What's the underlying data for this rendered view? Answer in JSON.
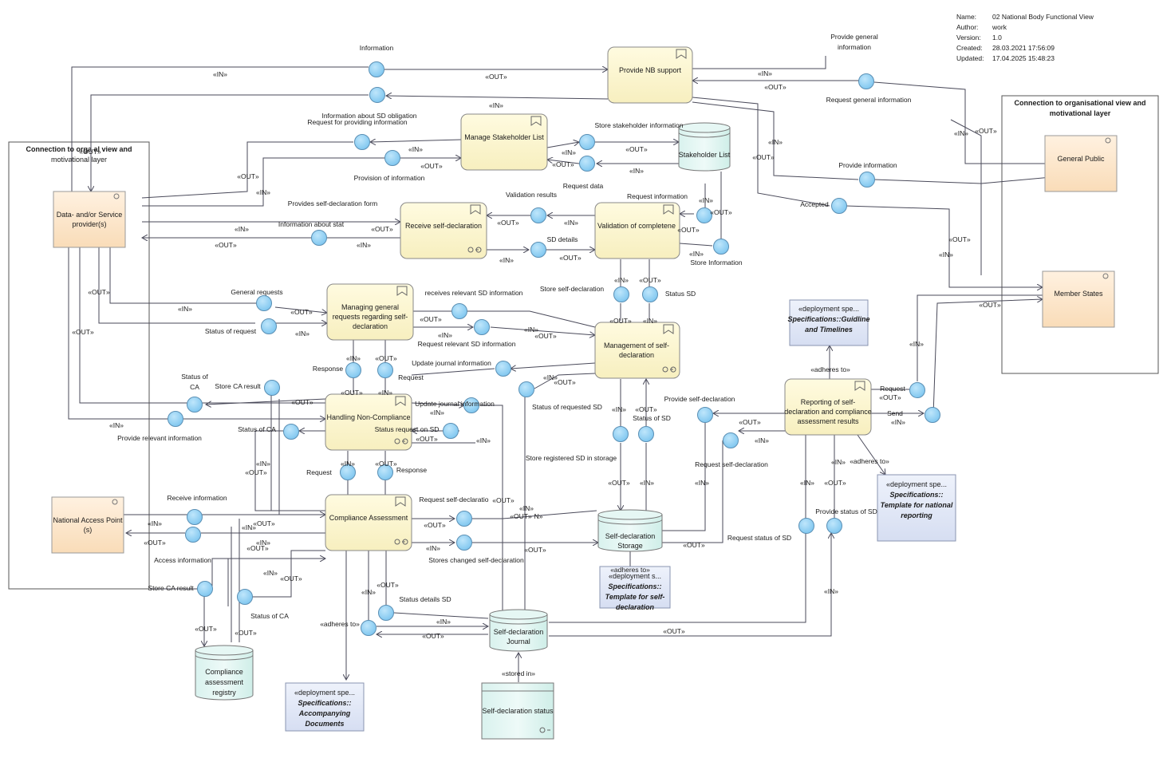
{
  "meta": {
    "name_label": "Name:",
    "name": "02 National Body Functional View",
    "author_label": "Author:",
    "author": "work",
    "version_label": "Version:",
    "version": "1.0",
    "created_label": "Created:",
    "created": "28.03.2021 17:56:09",
    "updated_label": "Updated:",
    "updated": "17.04.2025 15:48:23"
  },
  "groups": {
    "left": "Connection to orga     al view and motivational layer",
    "left_line1": "Connection to orga      al view and",
    "left_line2": "motivational layer",
    "right_line1": "Connection to organisational view and",
    "right_line2": "motivational layer"
  },
  "actors": {
    "provider_1": "Data- and/or Service",
    "provider_2": "provider(s)",
    "nap_1": "National Access Point",
    "nap_2": "(s)",
    "public": "General Public",
    "member_states": "Member States"
  },
  "processes": {
    "nb_support": "Provide NB support",
    "stakeholder": "Manage Stakeholder List",
    "receive_sd": "Receive self-declaration",
    "validation": "Validation of completene",
    "general_1": "Managing general",
    "general_2": "requests regarding self-",
    "general_3": "declaration",
    "mgmt_1": "Management of self-",
    "mgmt_2": "declaration",
    "noncompliance": "Handling Non-Compliance",
    "ca": "Compliance Assessment",
    "reporting_1": "Reporting of self-",
    "reporting_2": "declaration and compliance",
    "reporting_3": "assessment results"
  },
  "stores": {
    "stakeholder": "Stakeholder List",
    "sd_storage_1": "Self-declaration",
    "sd_storage_2": "Storage",
    "journal_1": "Self-declaration",
    "journal_2": "Journal",
    "registry_1": "Compliance",
    "registry_2": "assessment",
    "registry_3": "registry"
  },
  "artifacts": {
    "guideline_1": "«deployment spe...",
    "guideline_2": "Specifications::Guidline",
    "guideline_3": "and Timelines",
    "national_1": "«deployment spe...",
    "national_2": "Specifications::",
    "national_3": "Template for national",
    "national_4": "reporting",
    "template_1": "«deployment s...",
    "template_2": "Specifications::",
    "template_3": "Template for self-",
    "template_4": "declaration",
    "accompanying_1": "«deployment spe...",
    "accompanying_2": "Specifications::",
    "accompanying_3": "Accompanying",
    "accompanying_4": "Documents",
    "sd_status": "Self-declaration status"
  },
  "labels": {
    "information": "Information",
    "provide_general_1": "Provide general",
    "provide_general_2": "information",
    "request_general": "Request general information",
    "info_sd_obligation": "Information about SD obligation",
    "request_providing": "Request for providing information",
    "provision_info": "Provision of information",
    "store_stakeholder": "Store stakeholder information",
    "provide_information": "Provide information",
    "accepted": "Accepted",
    "validation_results": "Validation results",
    "request_data": "Request data",
    "request_information": "Request information",
    "provides_form": "Provides self-declaration form",
    "info_about_stat": "Information about stat",
    "sd_details": "SD details",
    "store_information": "Store Information",
    "general_requests": "General requests",
    "status_of_request": "Status of request",
    "receives_relevant": "receives relevant SD information",
    "request_relevant": "Request relevant SD information",
    "store_sd": "Store self-declaration",
    "status_sd": "Status SD",
    "update_journal_1": "Update journal information",
    "update_journal_2": "Update journal information",
    "response_1": "Response",
    "request_1": "Request",
    "status_of_ca_1": "Status of",
    "status_of_ca_2": "CA",
    "store_ca_result_1": "Store CA result",
    "status_of_requested": "Status of requested SD",
    "status_request_sd": "Status request on SD",
    "status_of_ca_b": "Status of CA",
    "provide_relevant": "Provide relevant information",
    "store_registered": "Store registered SD in storage",
    "status_of_sd": "Status of SD",
    "provide_sd": "Provide self-declaration",
    "request_sd_r": "Request self-declaration",
    "request_2": "Request",
    "response_2": "Response",
    "receive_information": "Receive information",
    "request_sd_ca": "Request self-declaratio",
    "access_information": "Access information",
    "stores_changed": "Stores changed self-declaration",
    "store_ca_result_2": "Store CA result",
    "status_of_ca_c": "Status of CA",
    "status_details_sd": "Status details SD",
    "status_clip": "Status",
    "request_status": "Request status of SD",
    "provide_status": "Provide status of SD",
    "request_r": "Request",
    "send_r": "Send",
    "r_suffix": "r«",
    "adheres_1": "«adheres to»",
    "adheres_2": "«adheres to»",
    "adheres_3": "«adheres to»",
    "adheres_4": "«adheres to»",
    "stored_in": "«stored in»",
    "in": "«IN»",
    "out": "«OUT»"
  }
}
